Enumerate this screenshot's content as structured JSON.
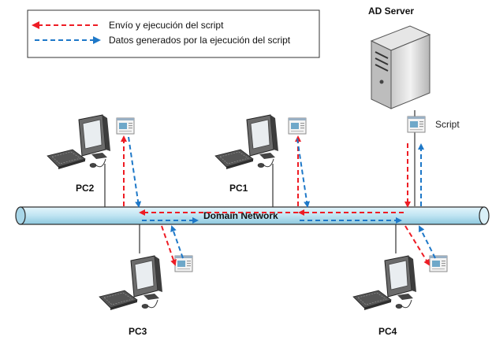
{
  "legend": {
    "send_label": "Envío y ejecución del script",
    "data_label": "Datos generados por la ejecución del script"
  },
  "server": {
    "label": "AD Server"
  },
  "script_label": "Script",
  "network_label": "Domain Network",
  "pcs": [
    "PC1",
    "PC2",
    "PC3",
    "PC4"
  ],
  "colors": {
    "send": "#ee1c24",
    "data": "#1e78c8",
    "pipe": "#bfe4f2",
    "pipe_stroke": "#2a2a2a"
  },
  "icons": [
    "computer-icon",
    "server-icon",
    "script-window-icon"
  ]
}
